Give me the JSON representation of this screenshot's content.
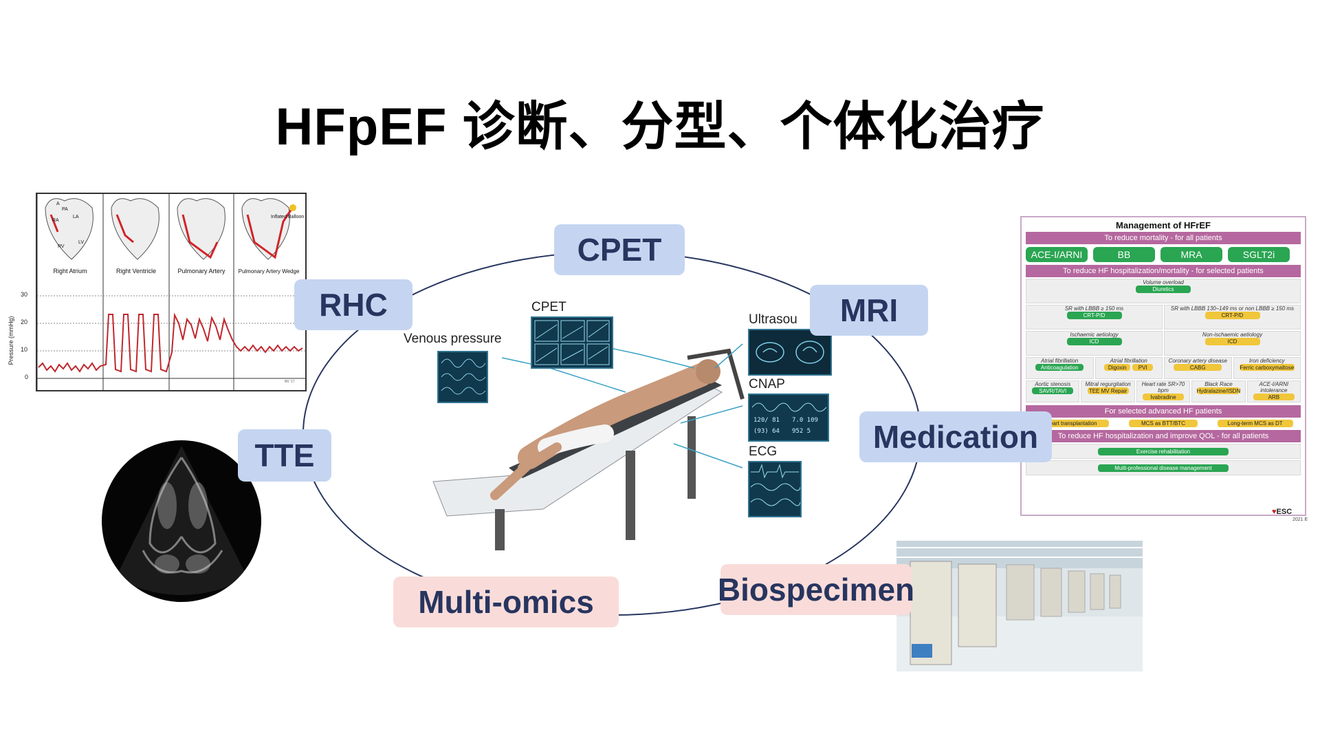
{
  "title": "HFpEF 诊断、分型、个体化治疗",
  "nodes": {
    "cpet": "CPET",
    "rhc": "RHC",
    "mri": "MRI",
    "tte": "TTE",
    "medication": "Medication",
    "multi_omics": "Multi-omics",
    "biospecimen": "Biospecimen"
  },
  "colors": {
    "node_blue": "#c5d5f1",
    "node_pink": "#f9dcd9",
    "node_text": "#27355f",
    "ring": "#27355f"
  },
  "rhc_figure": {
    "chambers": [
      "Right\nAtrium",
      "Right\nVentricle",
      "Pulmonary\nArtery",
      "Pulmonary\nArtery Wedge"
    ],
    "chamber_labels": [
      "Right Atrium",
      "Right Ventricle",
      "Pulmonary Artery",
      "Pulmonary Artery Wedge"
    ],
    "heart_labels": {
      "ra": "RA",
      "rv": "RV",
      "la": "LA",
      "lv": "LV",
      "pa": "PA",
      "a": "A"
    },
    "balloon_label": "Inflated Balloon",
    "y_axis_label": "Pressure (mmHg)",
    "y_ticks": [
      "30",
      "20",
      "10",
      "0"
    ],
    "credit": "BK '17"
  },
  "cpet_figure": {
    "labels": {
      "venous": "Venous pressure",
      "cpet": "CPET",
      "ultrasound": "Ultrasou",
      "cnap": "CNAP",
      "ecg": "ECG"
    },
    "cnap_values": {
      "r1a": "120/ 81",
      "r1b": "7.0  109",
      "r2a": "(93)  64",
      "r2b": "952   5"
    }
  },
  "esc_guideline": {
    "title": "Management of HFrEF",
    "band1": "To reduce mortality - for all patients",
    "pills": [
      "ACE-I/ARNI",
      "BB",
      "MRA",
      "SGLT2i"
    ],
    "band2": "To reduce HF hospitalization/mortality - for selected patients",
    "volume_overload": "Volume overload",
    "diuretics": "Diuretics",
    "sr1": "SR with LBBB ≥ 150 ms",
    "sr2": "SR with LBBB 130–149 ms or non LBBB ≥ 150 ms",
    "crt_pd": "CRT-P/D",
    "isch": "Ischaemic aetiology",
    "nonisch": "Non-ischaemic aetiology",
    "icd": "ICD",
    "row4": [
      {
        "h": "Atrial fibrillation",
        "items": [
          "Anticoagulation"
        ]
      },
      {
        "h": "Atrial fibrillation",
        "items": [
          "Digoxin",
          "PVI"
        ]
      },
      {
        "h": "Coronary artery disease",
        "items": [
          "CABG"
        ]
      },
      {
        "h": "Iron deficiency",
        "items": [
          "Ferric carboxymaltose"
        ]
      }
    ],
    "row5": [
      {
        "h": "Aortic stenosis",
        "items": [
          "SAVR/TAVI"
        ]
      },
      {
        "h": "Mitral regurgitation",
        "items": [
          "TEE MV Repair"
        ]
      },
      {
        "h": "Heart rate SR>70 bpm",
        "items": [
          "Ivabradine"
        ]
      },
      {
        "h": "Black Race",
        "items": [
          "Hydralazine/ISDN"
        ]
      },
      {
        "h": "ACE-I/ARNI intolerance",
        "items": [
          "ARB"
        ]
      }
    ],
    "band3": "For selected advanced HF patients",
    "adv": [
      "Heart transplantation",
      "MCS as BTT/BTC",
      "Long-term MCS as DT"
    ],
    "band4": "To reduce HF hospitalization and improve QOL - for all patients",
    "exercise": "Exercise rehabilitation",
    "multi": "Multi-professional disease management",
    "esc": "ESC",
    "year": "2021 E"
  }
}
